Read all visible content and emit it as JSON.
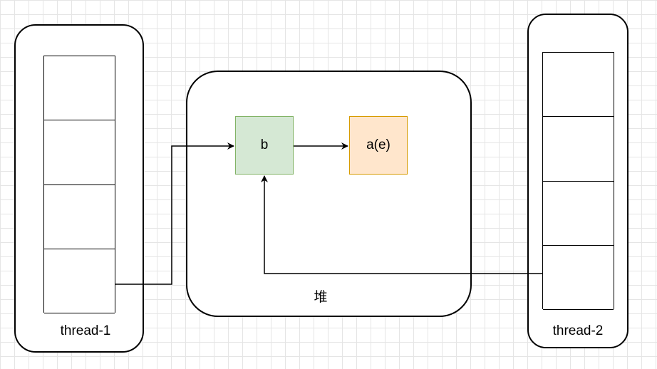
{
  "thread1": {
    "label": "thread-1",
    "slots": 4
  },
  "thread2": {
    "label": "thread-2",
    "slots": 4
  },
  "heap": {
    "label": "堆"
  },
  "nodes": {
    "b": {
      "label": "b",
      "fill": "#d5e8d4",
      "stroke": "#82b366"
    },
    "a": {
      "label": "a(e)",
      "fill": "#ffe6cc",
      "stroke": "#d79b00"
    }
  },
  "colors": {
    "grid": "#e5e5e5",
    "line": "#000000"
  }
}
